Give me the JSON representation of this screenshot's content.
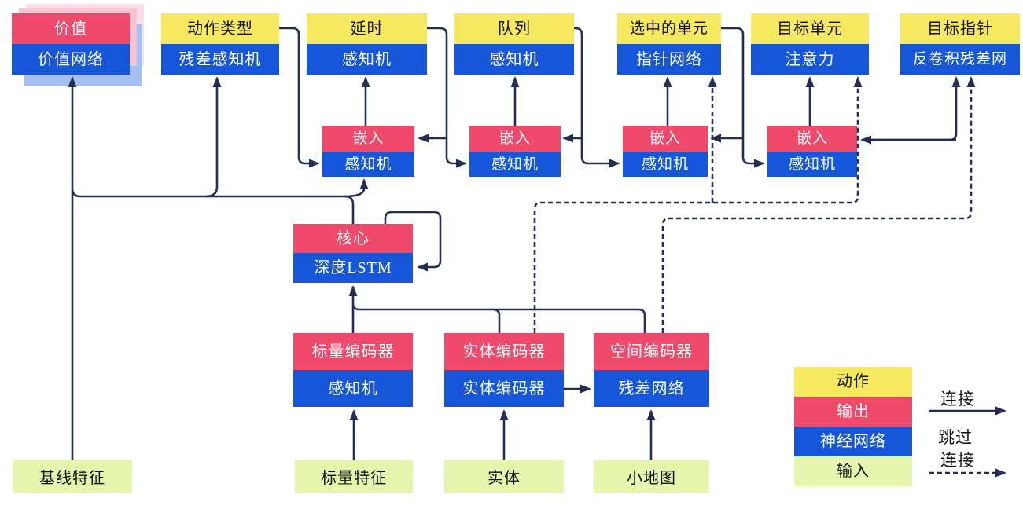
{
  "title": "agent-architecture-diagram",
  "colors": {
    "action_yellow": "#F6E960",
    "output_red": "#EF4A6C",
    "network_blue": "#1557D8",
    "input_green": "#E5F5AD",
    "wire_navy": "#252E52",
    "value_shadow_pink": "#F7C3D2",
    "value_shadow_pink_light": "#FBDEE8",
    "value_shadow_blue": "#A6BEF0"
  },
  "heads": [
    {
      "top": "价值",
      "bottom": "价值网络",
      "top_type": "output"
    },
    {
      "top": "动作类型",
      "bottom": "残差感知机",
      "top_type": "action"
    },
    {
      "top": "延时",
      "bottom": "感知机",
      "top_type": "action"
    },
    {
      "top": "队列",
      "bottom": "感知机",
      "top_type": "action"
    },
    {
      "top": "选中的单元",
      "bottom": "指针网络",
      "top_type": "action"
    },
    {
      "top": "目标单元",
      "bottom": "注意力",
      "top_type": "action"
    },
    {
      "top": "目标指针",
      "bottom": "反卷积残差网",
      "top_type": "action"
    }
  ],
  "embeds": [
    {
      "top": "嵌入",
      "bottom": "感知机"
    },
    {
      "top": "嵌入",
      "bottom": "感知机"
    },
    {
      "top": "嵌入",
      "bottom": "感知机"
    },
    {
      "top": "嵌入",
      "bottom": "感知机"
    }
  ],
  "core": {
    "top": "核心",
    "bottom": "深度LSTM"
  },
  "encoders": [
    {
      "top": "标量编码器",
      "bottom": "感知机"
    },
    {
      "top": "实体编码器",
      "bottom": "实体编码器"
    },
    {
      "top": "空间编码器",
      "bottom": "残差网络"
    }
  ],
  "inputs": [
    {
      "label": "基线特征"
    },
    {
      "label": "标量特征"
    },
    {
      "label": "实体"
    },
    {
      "label": "小地图"
    }
  ],
  "legend": {
    "rows": [
      {
        "label": "动作",
        "type": "action"
      },
      {
        "label": "输出",
        "type": "output"
      },
      {
        "label": "神经网络",
        "type": "network"
      },
      {
        "label": "输入",
        "type": "input"
      }
    ],
    "connection": "连接",
    "skip_line1": "跳过",
    "skip_line2": "连接"
  }
}
